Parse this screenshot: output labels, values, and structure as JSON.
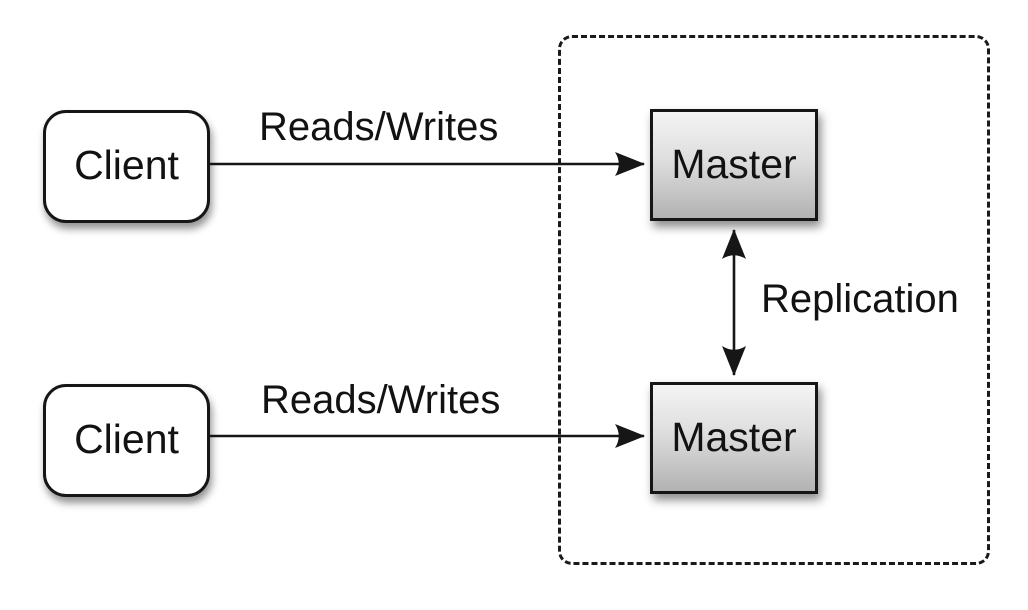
{
  "diagram": {
    "clients": [
      {
        "label": "Client"
      },
      {
        "label": "Client"
      }
    ],
    "masters": [
      {
        "label": "Master"
      },
      {
        "label": "Master"
      }
    ],
    "edges": [
      {
        "label": "Reads/Writes",
        "from": "client-top",
        "to": "master-top",
        "type": "arrow"
      },
      {
        "label": "Reads/Writes",
        "from": "client-bottom",
        "to": "master-bottom",
        "type": "arrow"
      },
      {
        "label": "Replication",
        "from": "master-top",
        "to": "master-bottom",
        "type": "double-arrow"
      }
    ],
    "colors": {
      "background": "#ffffff",
      "stroke": "#1a1a1a",
      "client_fill": "#ffffff",
      "master_gradient_top": "#f4f4f4",
      "master_gradient_bottom": "#b2b2b2"
    }
  }
}
